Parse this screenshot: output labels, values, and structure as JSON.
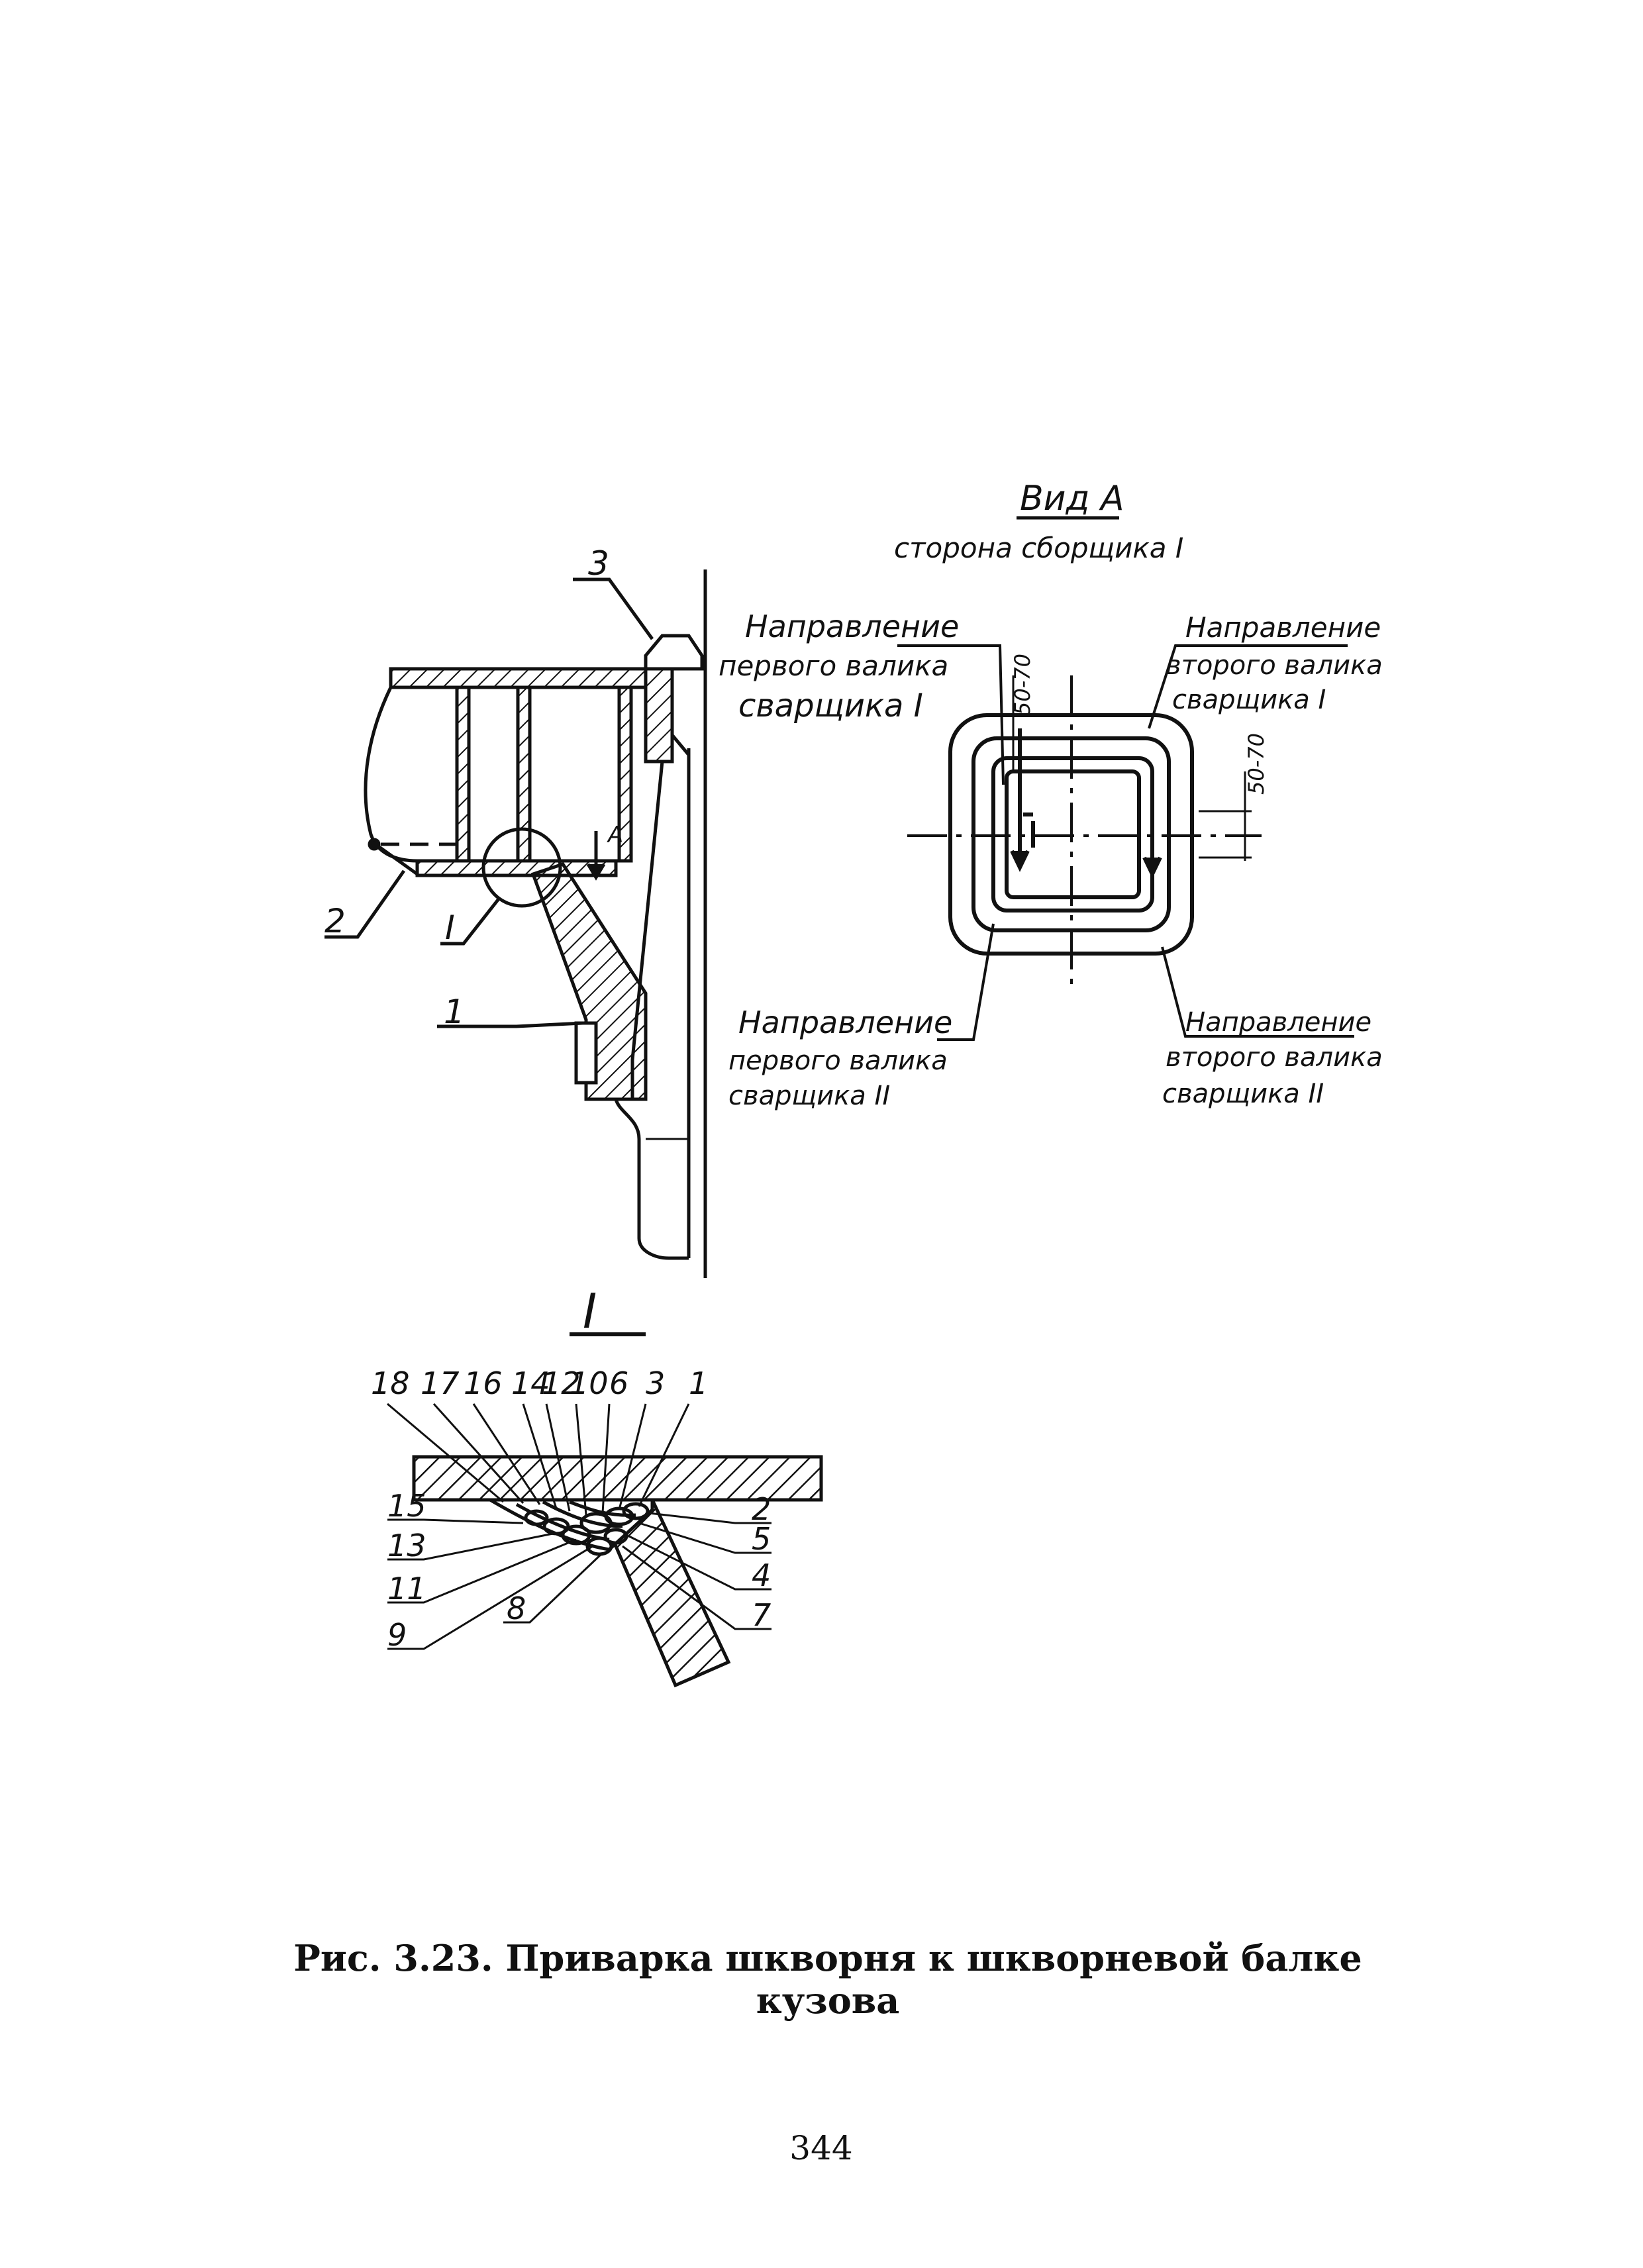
{
  "view_a": {
    "title": "Вид A",
    "subtitle": "сторона сборщика I"
  },
  "labels": {
    "dir_first_I": [
      "Направление",
      "первого валика",
      "сварщика I"
    ],
    "dir_second_I": [
      "Направление",
      "второго валика",
      "сварщика I"
    ],
    "dir_first_II": [
      "Направление",
      "первого валика",
      "сварщика II"
    ],
    "dir_second_II": [
      "Направление",
      "второго валика",
      "сварщика II"
    ],
    "dim_1": "50-70",
    "dim_2": "50-70",
    "section_arrow": "А"
  },
  "callouts_main": {
    "c1": "1",
    "c2": "2",
    "c3": "3",
    "detail": "I"
  },
  "detail_I": {
    "title": "I",
    "top_numbers": [
      "18",
      "17",
      "16",
      "14",
      "12",
      "10",
      "6",
      "3",
      "1"
    ],
    "left_numbers": [
      "15",
      "13",
      "11",
      "9"
    ],
    "bottom_number": "8",
    "right_numbers": [
      "2",
      "5",
      "4",
      "7"
    ]
  },
  "caption": "Рис. 3.23. Приварка шкворня к шкворневой балке кузова",
  "page_number": "344"
}
